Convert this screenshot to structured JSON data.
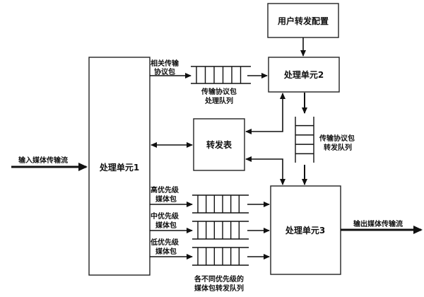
{
  "diagram": {
    "nodes": {
      "user_config": "用户转发配置",
      "unit1": "处理单元1",
      "unit2": "处理单元2",
      "unit3": "处理单元3",
      "forward_table": "转发表"
    },
    "labels": {
      "input_stream": "输入媒体传输流",
      "output_stream": "输出媒体传输流",
      "related_pkt_l1": "相关传输",
      "related_pkt_l2": "协议包",
      "proc_queue_l1": "传输协议包",
      "proc_queue_l2": "处理队列",
      "fwd_queue_l1": "传输协议包",
      "fwd_queue_l2": "转发队列",
      "high_l1": "高优先级",
      "high_l2": "媒体包",
      "mid_l1": "中优先级",
      "mid_l2": "媒体包",
      "low_l1": "低优先级",
      "low_l2": "媒体包",
      "prio_queues_l1": "各不同优先级的",
      "prio_queues_l2": "媒体包转发队列"
    }
  }
}
